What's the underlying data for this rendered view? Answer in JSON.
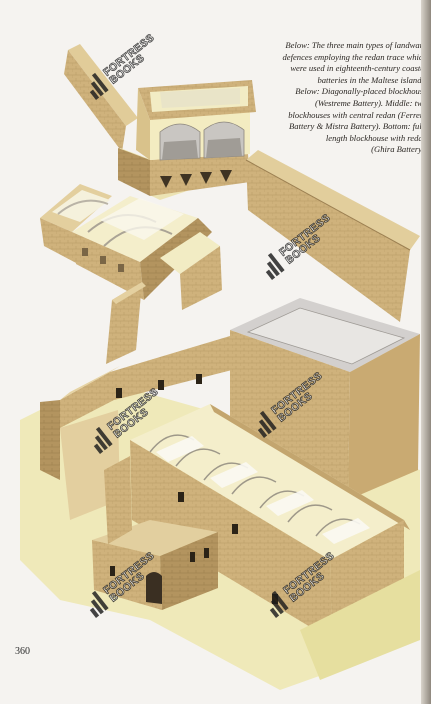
{
  "caption": {
    "lines": [
      "Below: The three main types of landward",
      "defences employing the redan trace which",
      "were used in eighteenth-century coastal",
      "batteries in the Maltese islands.",
      "Below: Diagonally-placed blockhouse",
      "(Westreme Battery). Middle: two",
      "blockhouses with central redan (Ferretti",
      "Battery & Mistra Battery). Bottom: full-",
      "length blockhouse with redan",
      "(Għira Battery)."
    ]
  },
  "page_number": "360",
  "watermark": {
    "line1": "FORTRESS",
    "line2": "BOOKS"
  },
  "colors": {
    "stone": "#cdb07a",
    "stone_dark": "#a88a55",
    "stone_light": "#e3cf9f",
    "interior": "#f3edc2",
    "vault": "#f7f4ea",
    "roof": "#d2cfcd",
    "ground": "#efe9b9"
  }
}
